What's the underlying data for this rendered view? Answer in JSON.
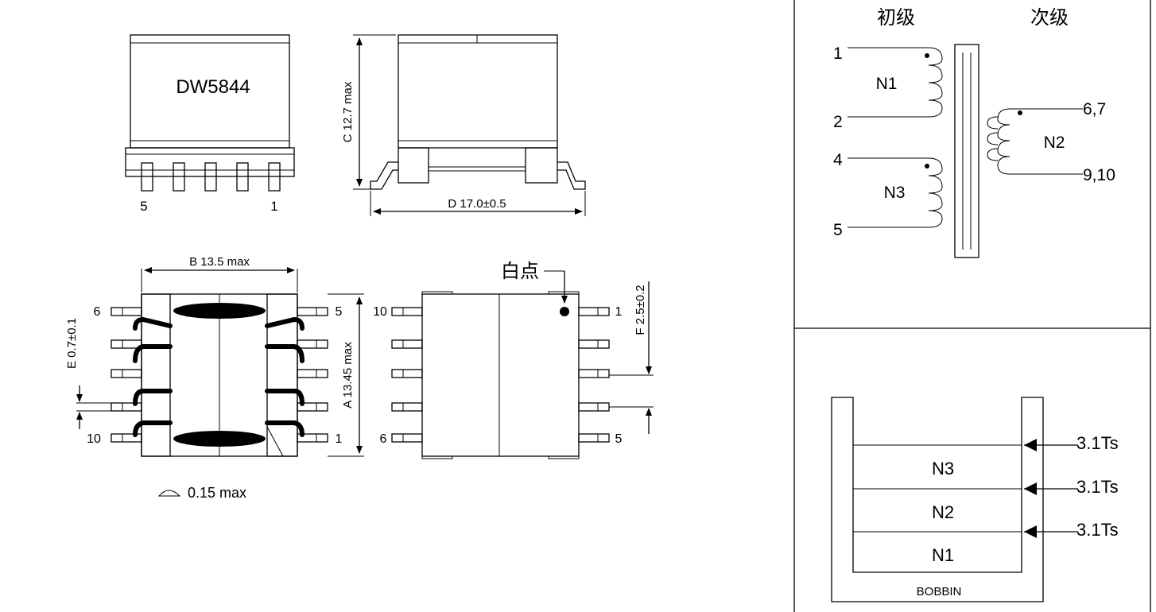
{
  "front_view": {
    "part_number": "DW5844",
    "pin_left": "5",
    "pin_right": "1"
  },
  "side_view": {
    "dim_c": "C 12.7 max",
    "dim_d": "D 17.0±0.5"
  },
  "bottom_view": {
    "dim_b": "B 13.5 max",
    "dim_a": "A 13.45 max",
    "dim_e": "E 0.7±0.1",
    "pin_tl": "6",
    "pin_bl": "10",
    "pin_tr": "5",
    "pin_br": "1",
    "coplanarity": "0.15 max"
  },
  "top_view": {
    "marker_label": "白点",
    "dim_f": "F 2.5±0.2",
    "pin_tl": "10",
    "pin_bl": "6",
    "pin_tr": "1",
    "pin_br": "5"
  },
  "schematic": {
    "primary_label": "初级",
    "secondary_label": "次级",
    "pin1": "1",
    "pin2": "2",
    "pin4": "4",
    "pin5": "5",
    "pin67": "6,7",
    "pin910": "9,10",
    "n1": "N1",
    "n2": "N2",
    "n3": "N3"
  },
  "winding": {
    "layers": [
      "N3",
      "N2",
      "N1"
    ],
    "turns": [
      "3.1Ts",
      "3.1Ts",
      "3.1Ts"
    ],
    "bobbin": "BOBBIN"
  }
}
